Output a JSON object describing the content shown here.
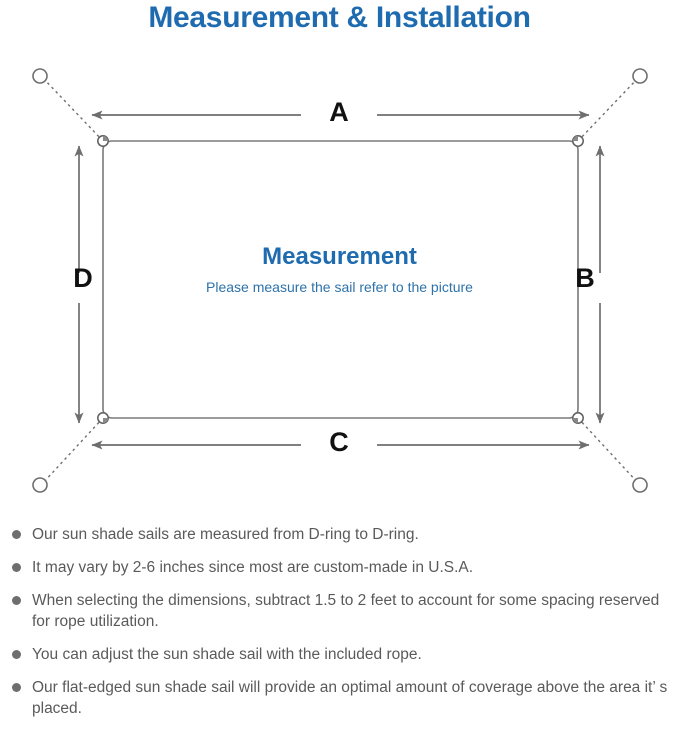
{
  "title": "Measurement & Installation",
  "diagram": {
    "center_heading": "Measurement",
    "center_subtext": "Please measure the sail refer to the picture",
    "dimension_labels": {
      "top": "A",
      "right": "B",
      "bottom": "C",
      "left": "D"
    },
    "icon_names": {
      "anchor_point": "anchor-circle-icon",
      "d_ring": "d-ring-icon",
      "rope": "dotted-rope-line",
      "dimension_arrow": "double-headed-arrow-icon",
      "corner_arrow": "single-headed-arrow-icon"
    },
    "colors": {
      "title_blue": "#1f6bb0",
      "subtext_blue": "#2d72aa",
      "line_gray": "#6e6e6e",
      "sail_outline": "#7a7a7a",
      "letter_black": "#111111"
    }
  },
  "notes": [
    "Our sun shade sails are measured from D-ring to D-ring.",
    "It may vary by 2-6 inches since most are custom-made in U.S.A.",
    "When selecting the dimensions, subtract 1.5 to 2 feet to account for some spacing reserved for rope utilization.",
    "You can adjust the sun shade sail with the included rope.",
    "Our flat-edged sun shade sail will provide an optimal amount of coverage above the area it’ s placed."
  ]
}
